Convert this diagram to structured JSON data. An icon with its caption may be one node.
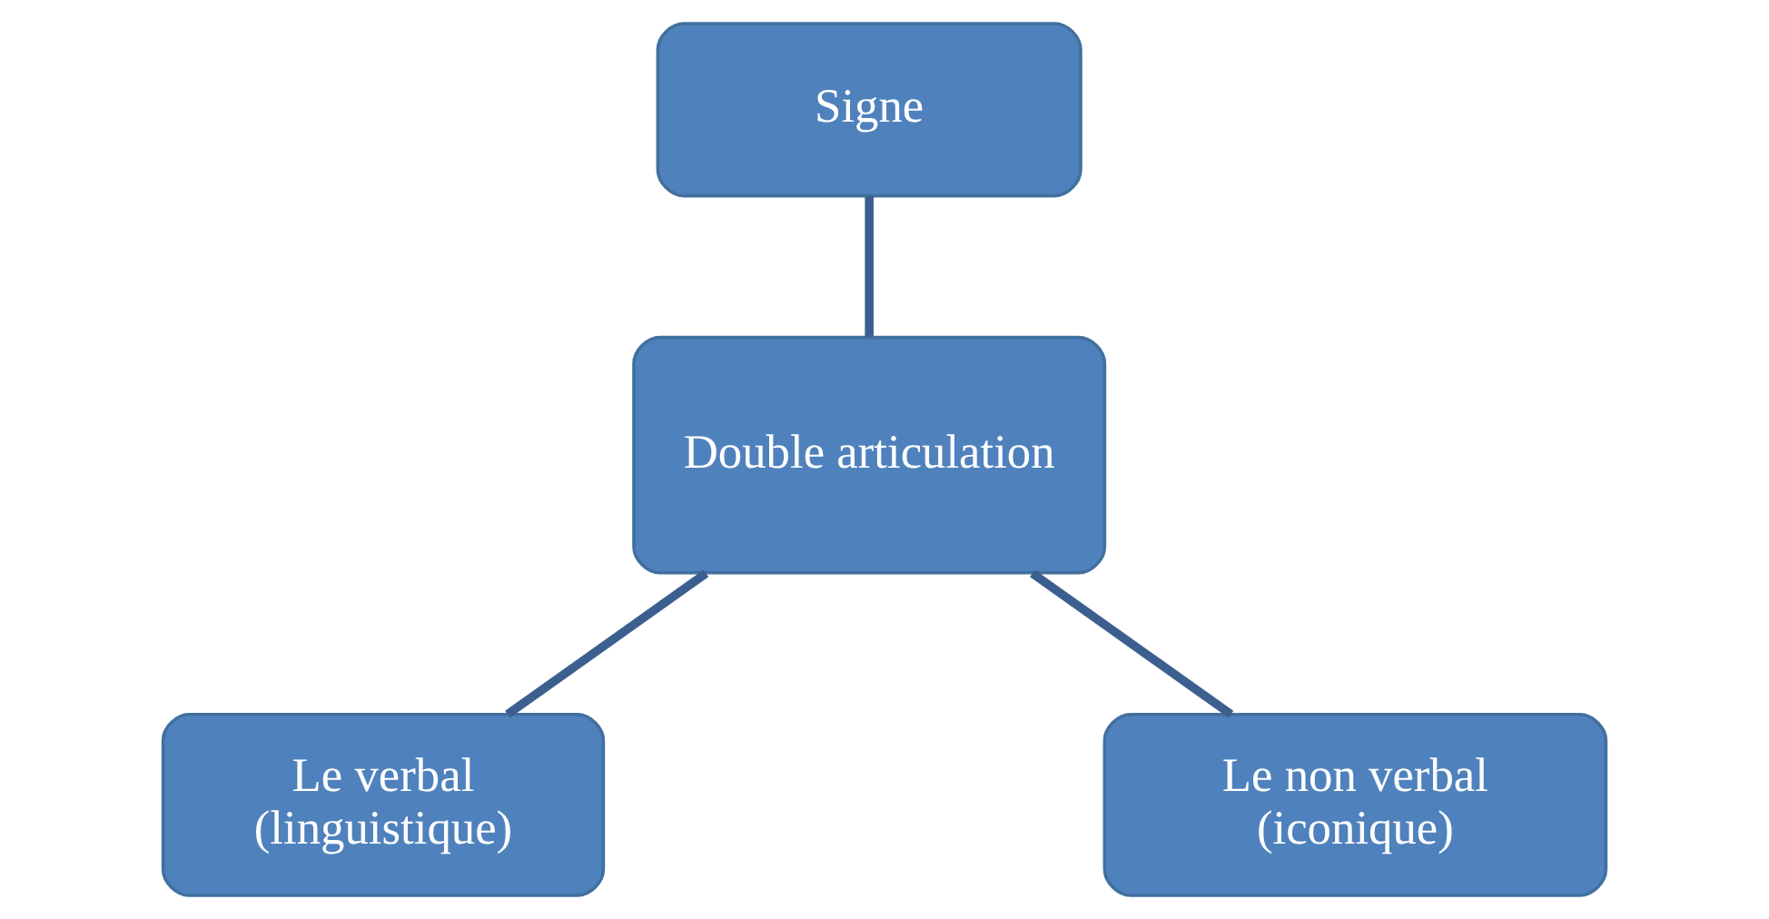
{
  "diagram": {
    "nodes": [
      {
        "text": [
          "Signe"
        ]
      },
      {
        "text": [
          "Double articulation"
        ]
      },
      {
        "text": [
          "Le verbal",
          "(linguistique)"
        ]
      },
      {
        "text": [
          "Le non verbal",
          "(iconique)"
        ]
      }
    ],
    "edges": [
      {
        "from": 0,
        "to": 1,
        "arrow": "none"
      },
      {
        "from": 1,
        "to": 2,
        "arrow": "none"
      },
      {
        "from": 1,
        "to": 3,
        "arrow": "none"
      }
    ]
  }
}
